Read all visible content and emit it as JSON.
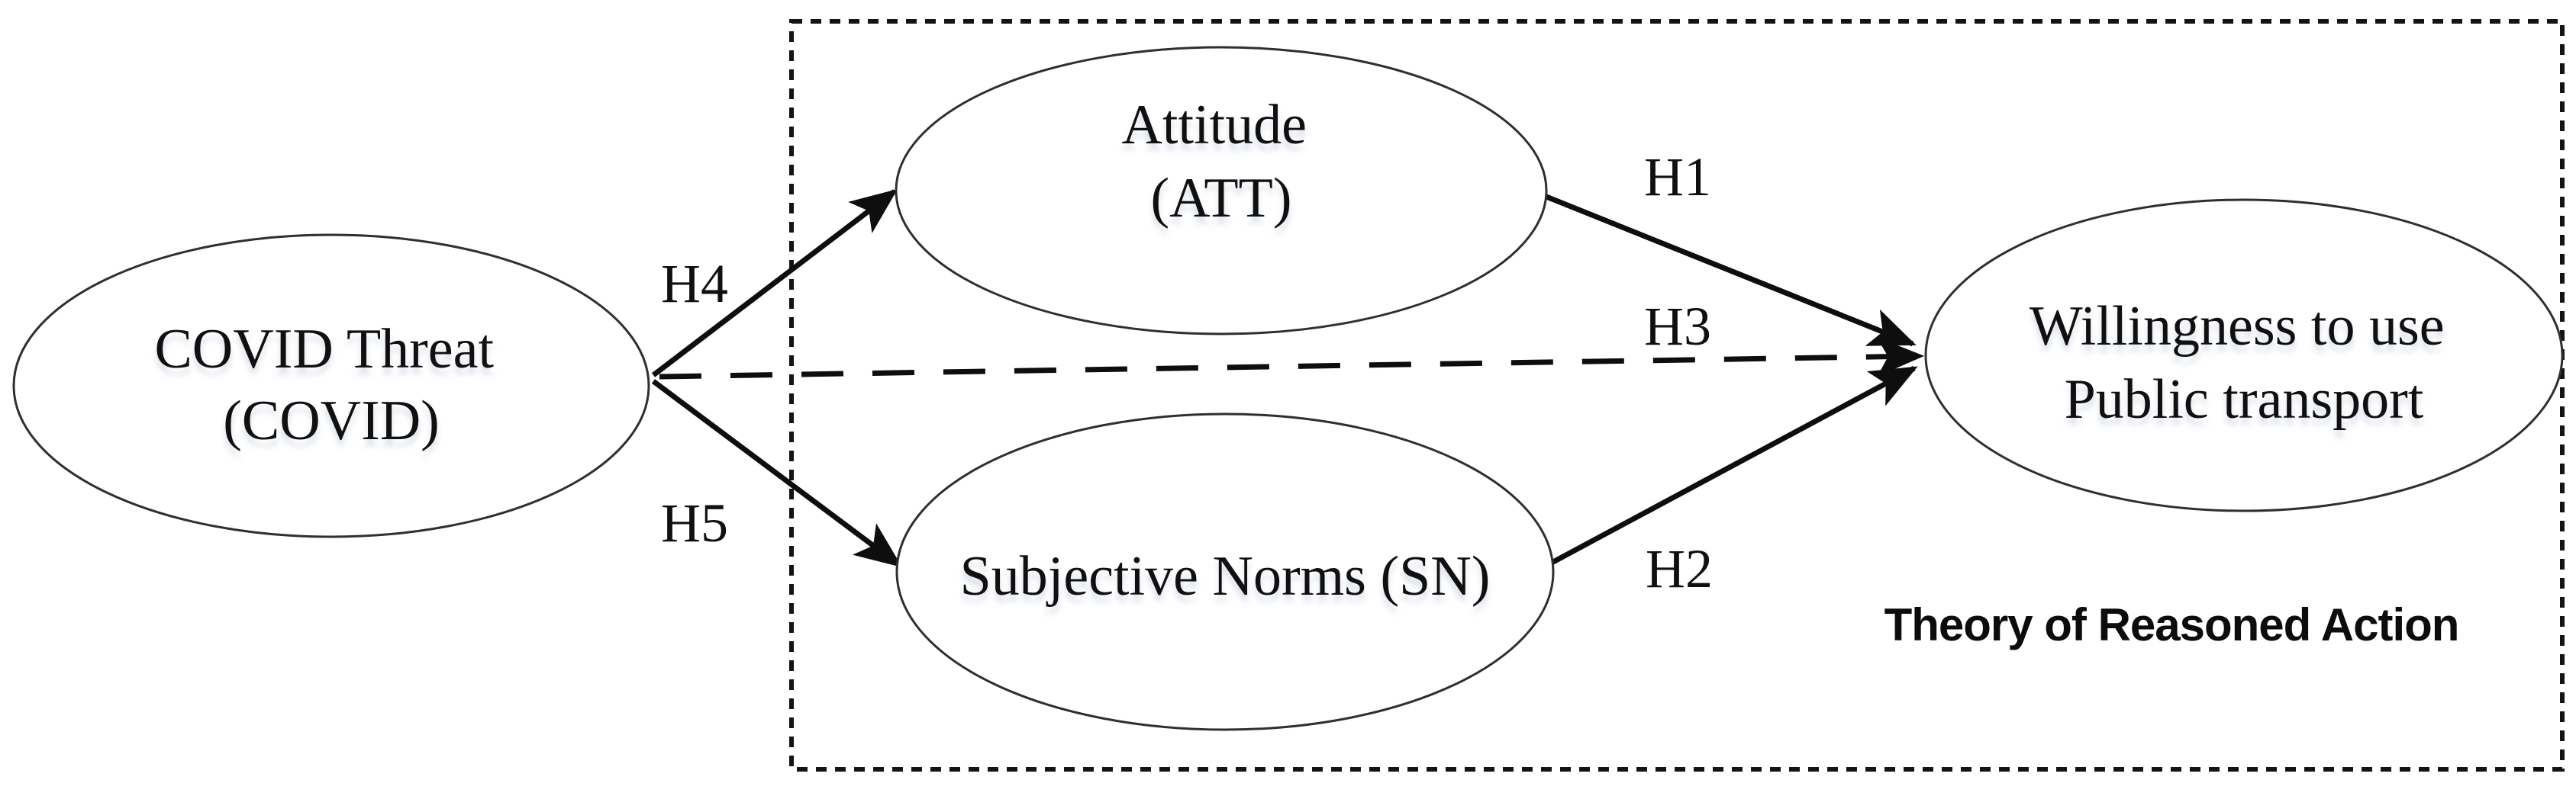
{
  "figure": {
    "frame_label": "Theory of Reasoned Action",
    "nodes": {
      "covid_threat": {
        "lines": [
          "COVID Threat",
          "(COVID)"
        ]
      },
      "attitude": {
        "lines": [
          "Attitude",
          "(ATT)"
        ]
      },
      "subjective_norms": {
        "lines": [
          "Subjective Norms (SN)"
        ]
      },
      "willingness": {
        "lines": [
          "Willingness to use",
          "Public transport"
        ]
      }
    },
    "edges": [
      {
        "label": "H1",
        "from": "attitude",
        "to": "willingness",
        "style": "solid"
      },
      {
        "label": "H2",
        "from": "subjective_norms",
        "to": "willingness",
        "style": "solid"
      },
      {
        "label": "H3",
        "from": "covid_threat",
        "to": "willingness",
        "style": "dashed"
      },
      {
        "label": "H4",
        "from": "covid_threat",
        "to": "attitude",
        "style": "solid"
      },
      {
        "label": "H5",
        "from": "covid_threat",
        "to": "subjective_norms",
        "style": "solid"
      }
    ],
    "colors": {
      "ink": "#101010",
      "background": "#ffffff"
    }
  }
}
